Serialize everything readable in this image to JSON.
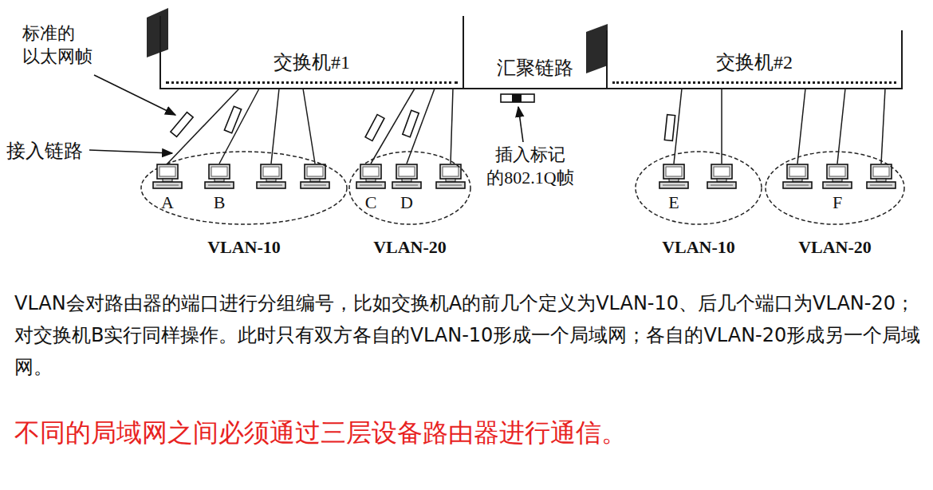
{
  "diagram": {
    "nodes": [
      {
        "text": [
          "交换机#1"
        ]
      },
      {
        "text": [
          "交换机#2"
        ]
      },
      {
        "text": [
          "VLAN-10"
        ]
      },
      {
        "text": [
          "VLAN-20"
        ]
      },
      {
        "text": [
          "VLAN-10"
        ]
      },
      {
        "text": [
          "VLAN-20"
        ]
      },
      {
        "text": [
          "A"
        ],
        "in": 2
      },
      {
        "text": [
          "B"
        ],
        "in": 2
      },
      {
        "text": [
          "C"
        ],
        "in": 3
      },
      {
        "text": [
          "D"
        ],
        "in": 3
      },
      {
        "text": [
          "E"
        ],
        "in": 4
      },
      {
        "text": [
          "F"
        ],
        "in": 5
      }
    ],
    "edges": [
      {
        "from": 0,
        "to": 1,
        "arrow": "none",
        "label": "汇聚链路"
      },
      {
        "from": 0,
        "to": 6,
        "arrow": "none"
      },
      {
        "from": 0,
        "to": 7,
        "arrow": "none"
      },
      {
        "from": 0,
        "to": 8,
        "arrow": "none"
      },
      {
        "from": 0,
        "to": 9,
        "arrow": "none"
      },
      {
        "from": 1,
        "to": 10,
        "arrow": "none"
      },
      {
        "from": 1,
        "to": 11,
        "arrow": "none"
      }
    ],
    "labels": [
      "标准的 以太网帧",
      "接入链路",
      "插入标记 的802.1Q帧",
      "VLAN会对路由器的端口进行分组编号，比如交换机A的前几个定义为VLAN-10、后几个端口为VLAN-20；对交换机B实行同样操作。此时只有双方各自的VLAN-10形成一个局域网；各自的VLAN-20形成另一个局域网。",
      "不同的局域网之间必须通过三层设备路由器进行通信。"
    ]
  }
}
